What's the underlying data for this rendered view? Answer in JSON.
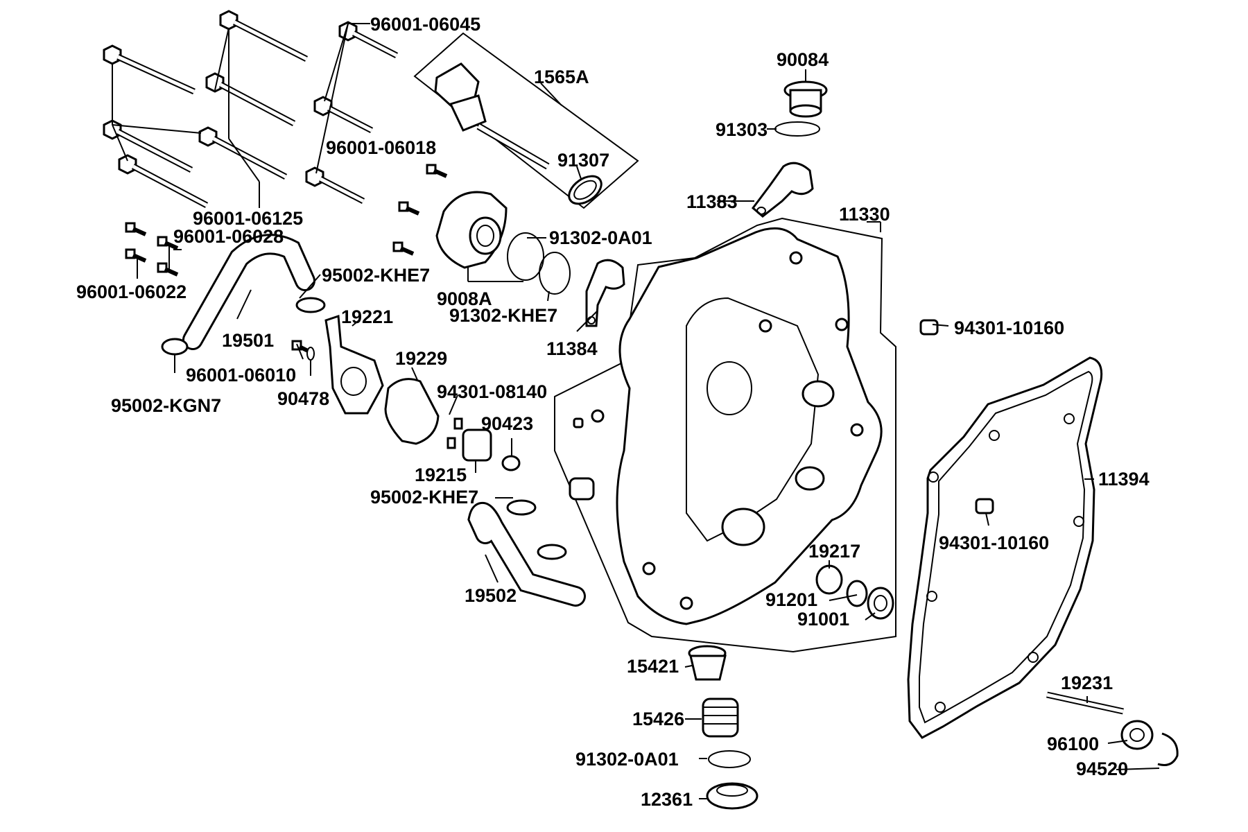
{
  "labels": {
    "p96001_06045": "96001-06045",
    "p1565A": "1565A",
    "p90084": "90084",
    "p91303": "91303",
    "p91307": "91307",
    "p96001_06018": "96001-06018",
    "p11383": "11383",
    "p11330": "11330",
    "p96001_06125": "96001-06125",
    "p96001_06028": "96001-06028",
    "p91302_0A01_top": "91302-0A01",
    "p95002_KHE7_top": "95002-KHE7",
    "p96001_06022": "96001-06022",
    "p9008A": "9008A",
    "p91302_KHE7": "91302-KHE7",
    "p19221": "19221",
    "p94301_10160_top": "94301-10160",
    "p19501": "19501",
    "p11384": "11384",
    "p19229": "19229",
    "p96001_06010": "96001-06010",
    "p90478": "90478",
    "p94301_08140": "94301-08140",
    "p95002_KGN7": "95002-KGN7",
    "p90423": "90423",
    "p19215": "19215",
    "p11394": "11394",
    "p95002_KHE7_mid": "95002-KHE7",
    "p94301_10160_mid": "94301-10160",
    "p19217": "19217",
    "p19502": "19502",
    "p91201": "91201",
    "p91001": "91001",
    "p15421": "15421",
    "p19231": "19231",
    "p15426": "15426",
    "p96100": "96100",
    "p91302_0A01_bot": "91302-0A01",
    "p94520": "94520",
    "p12361": "12361"
  }
}
